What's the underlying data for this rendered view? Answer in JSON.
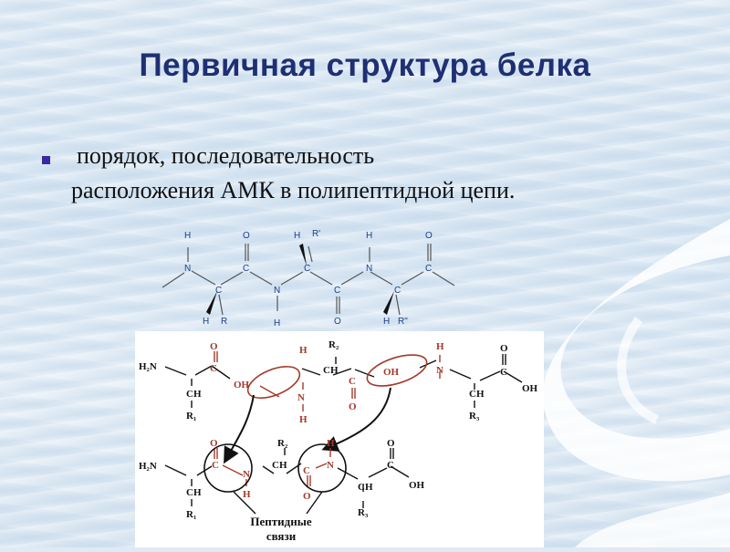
{
  "slide": {
    "title": "Первичная структура белка",
    "bullet": {
      "line1": "порядок, последовательность",
      "line2": "расположения АМК в полипептидной цепи."
    }
  },
  "skeletal_chain": {
    "atoms": [
      "H",
      "N",
      "C",
      "O",
      "C",
      "H",
      "R",
      "N",
      "H",
      "H",
      "R'",
      "C",
      "C",
      "O",
      "H",
      "N",
      "C",
      "H",
      "R\"",
      "O",
      "C"
    ]
  },
  "reaction": {
    "top_row": {
      "left_amine": "H₂N",
      "ch1": "CH",
      "r1": "R₁",
      "c1": "C",
      "o1": "O",
      "oh_circled_1": "OH",
      "h_a": "H",
      "n_a": "N",
      "h_b": "H",
      "r2": "R₂",
      "ch2": "CH",
      "c2": "C",
      "o2": "O",
      "oh_circled_2": "OH",
      "h_c": "H",
      "n_c": "N",
      "ch3": "CH",
      "r3": "R₃",
      "c3": "C",
      "o3": "O",
      "oh_end": "OH"
    },
    "bottom_row": {
      "left_amine": "H₂N",
      "ch1": "CH",
      "r1": "R₁",
      "o1": "O",
      "c1": "C",
      "n1": "N",
      "h1": "H",
      "r2": "R₂",
      "ch2": "CH",
      "c2": "C",
      "o2": "O",
      "h2": "H",
      "n2": "N",
      "ch3": "CH",
      "r3": "R₃",
      "c3": "C",
      "o3": "O",
      "oh_end": "OH"
    },
    "caption_line1": "Пептидные",
    "caption_line2": "связи"
  },
  "colors": {
    "title": "#1f2f73",
    "bullet": "#3a2aa0",
    "highlight": "#a33a2a",
    "chain": "#1d3f88"
  }
}
